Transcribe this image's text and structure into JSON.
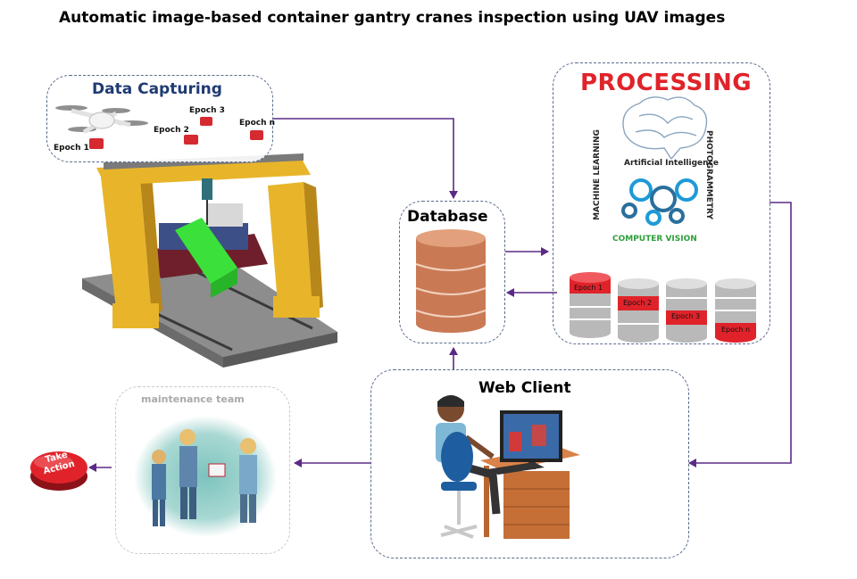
{
  "title": "Automatic image-based container gantry cranes inspection using UAV images",
  "data_capturing": {
    "label": "Data Capturing",
    "epochs": [
      "Epoch 1",
      "Epoch 2",
      "Epoch 3",
      "Epoch n"
    ]
  },
  "database": {
    "label": "Database"
  },
  "processing": {
    "label": "PROCESSING",
    "ml_label": "MACHINE LEARNING",
    "photo_label": "PHOTOGRAMMETRY",
    "ai_label": "Artificial Intelligence",
    "cv_label": "COMPUTER VISION",
    "epochs": [
      "Epoch 1",
      "Epoch 2",
      "Epoch 3",
      "Epoch n"
    ]
  },
  "web_client": {
    "label": "Web Client"
  },
  "maintenance": {
    "label": "maintenance team"
  },
  "take_action": {
    "line1": "Take",
    "line2": "Action"
  },
  "colors": {
    "arrow": "#5b2a86",
    "box_border": "#5a6b8c",
    "processing_red": "#e0232a",
    "data_capturing_blue": "#1f3b73",
    "gantry_yellow": "#e8b52a",
    "container_green": "#3be03b",
    "db_brown": "#c97a55",
    "cv_green": "#2e9e3a"
  }
}
